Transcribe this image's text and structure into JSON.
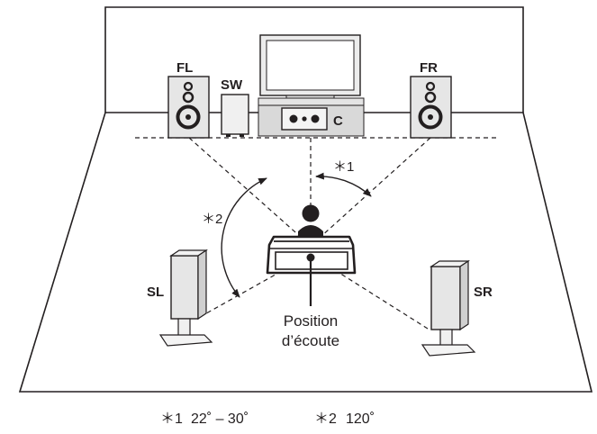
{
  "speakers": {
    "front_left": "FL",
    "subwoofer": "SW",
    "center": "C",
    "front_right": "FR",
    "surround_left": "SL",
    "surround_right": "SR"
  },
  "listening_position": {
    "line1": "Position",
    "line2": "d’écoute"
  },
  "angle_markers": {
    "front": "＊1",
    "surround": "＊2"
  },
  "footnotes": {
    "note1_marker": "＊1",
    "note1_value": "22˚ – 30˚",
    "note2_marker": "＊2",
    "note2_value": "120˚"
  },
  "colors": {
    "line": "#231f20",
    "speaker_fill": "#e6e6e6",
    "speaker_stroke": "#231f20",
    "tv_fill": "#e9e9e9",
    "cabinet_fill": "#dcdcdc"
  }
}
